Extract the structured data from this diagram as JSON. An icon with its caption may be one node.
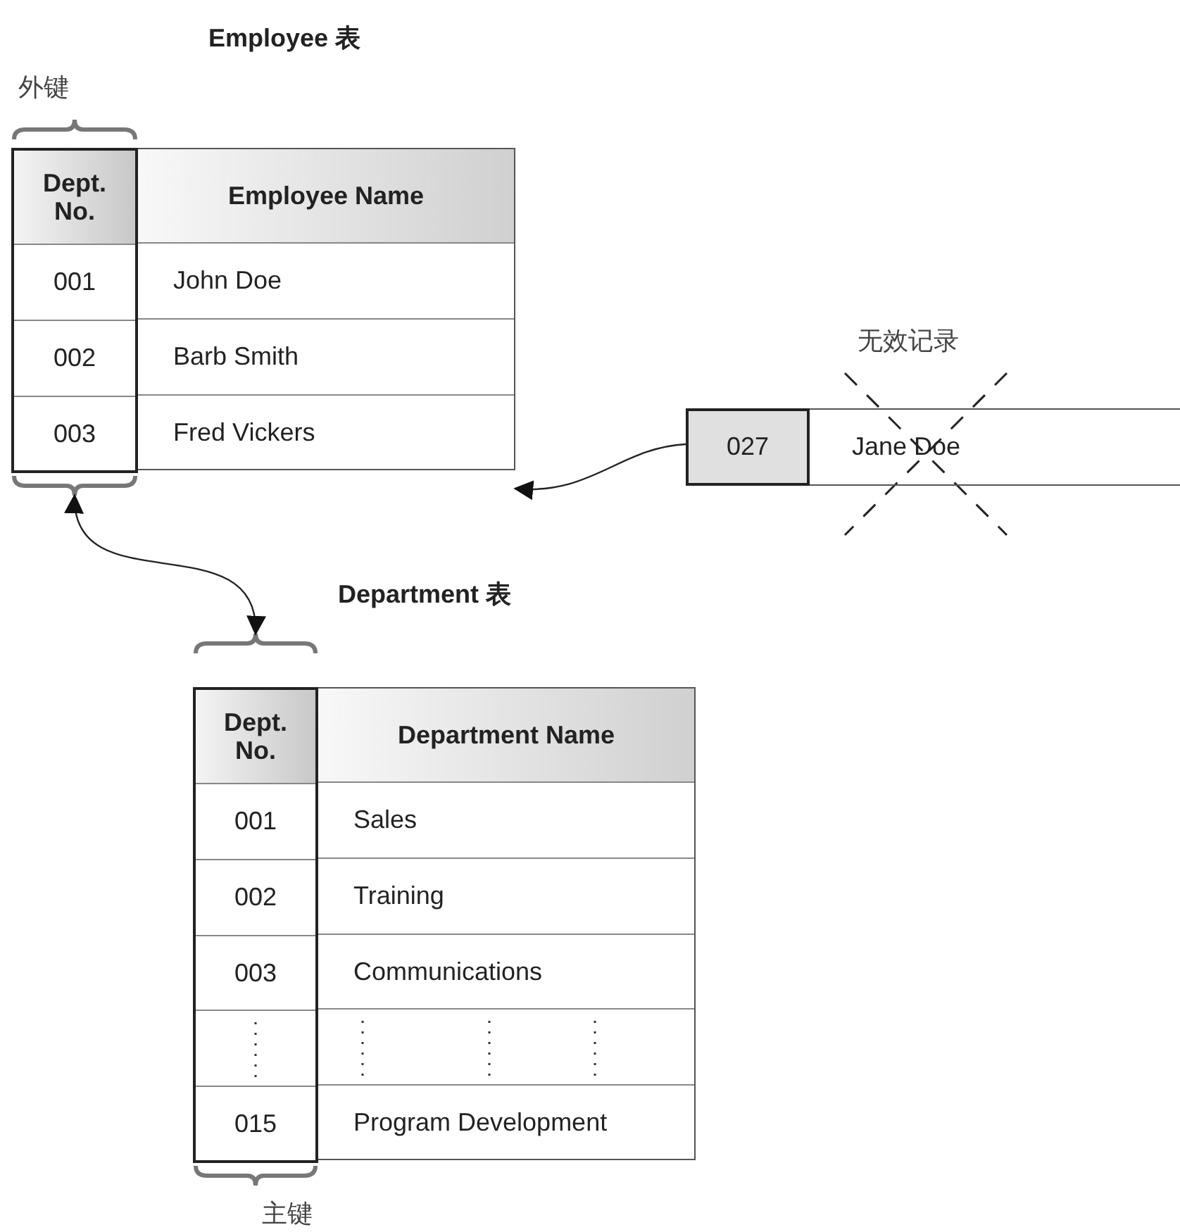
{
  "diagram": {
    "nodes": [
      {
        "text": [
          "Employee 表"
        ]
      },
      {
        "text": [
          "Dept. No.",
          "001",
          "002",
          "003"
        ],
        "in": 0,
        "beside": [
          "外键"
        ]
      },
      {
        "text": [
          "Employee Name",
          "John Doe",
          "Barb Smith",
          "Fred Vickers"
        ],
        "in": 0
      },
      {
        "text": [
          "无效记录"
        ]
      },
      {
        "text": [
          "027"
        ],
        "in": 3
      },
      {
        "text": [
          "Jane Doe"
        ],
        "in": 3
      },
      {
        "text": [
          "Department 表"
        ]
      },
      {
        "text": [
          "Dept. No.",
          "001",
          "002",
          "003",
          "015"
        ],
        "in": 6,
        "beside": [
          "主键"
        ]
      },
      {
        "text": [
          "Department Name",
          "Sales",
          "Training",
          "Communications",
          "Program Development"
        ],
        "in": 6
      }
    ],
    "edges": [
      {
        "from": 4,
        "to": 0,
        "arrow": "to"
      },
      {
        "from": 1,
        "to": 7,
        "arrow": "both"
      }
    ]
  }
}
